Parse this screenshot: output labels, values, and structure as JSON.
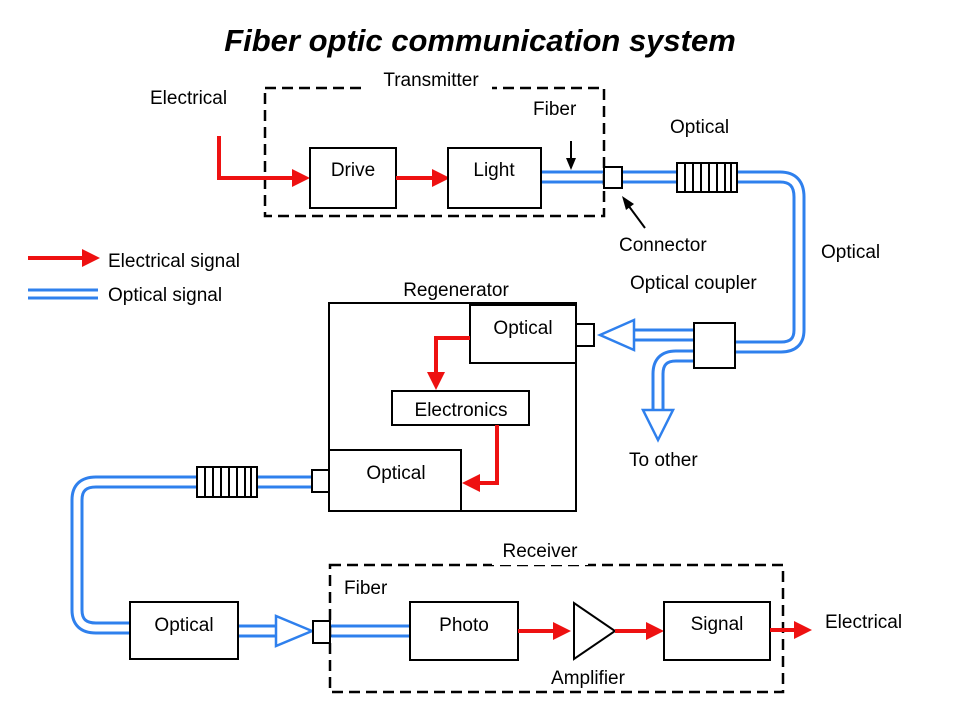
{
  "title": "Fiber optic communication system",
  "colors": {
    "electrical": "#ee1111",
    "optical": "#2f80ed",
    "line": "#000000",
    "background": "#ffffff"
  },
  "legend": {
    "electrical": "Electrical signal",
    "optical": "Optical signal"
  },
  "transmitter": {
    "label": "Transmitter",
    "input": "Electrical",
    "drive": "Drive",
    "light": "Light",
    "fiber": "Fiber"
  },
  "link": {
    "connector": "Connector",
    "optical_top": "Optical",
    "optical_right": "Optical",
    "coupler": "Optical coupler",
    "to_other": "To other"
  },
  "regenerator": {
    "label": "Regenerator",
    "optical_in": "Optical",
    "electronics": "Electronics",
    "optical_out": "Optical"
  },
  "receiver": {
    "label": "Receiver",
    "optical_in": "Optical",
    "fiber": "Fiber",
    "photo": "Photo",
    "amplifier": "Amplifier",
    "signal": "Signal",
    "output": "Electrical"
  }
}
